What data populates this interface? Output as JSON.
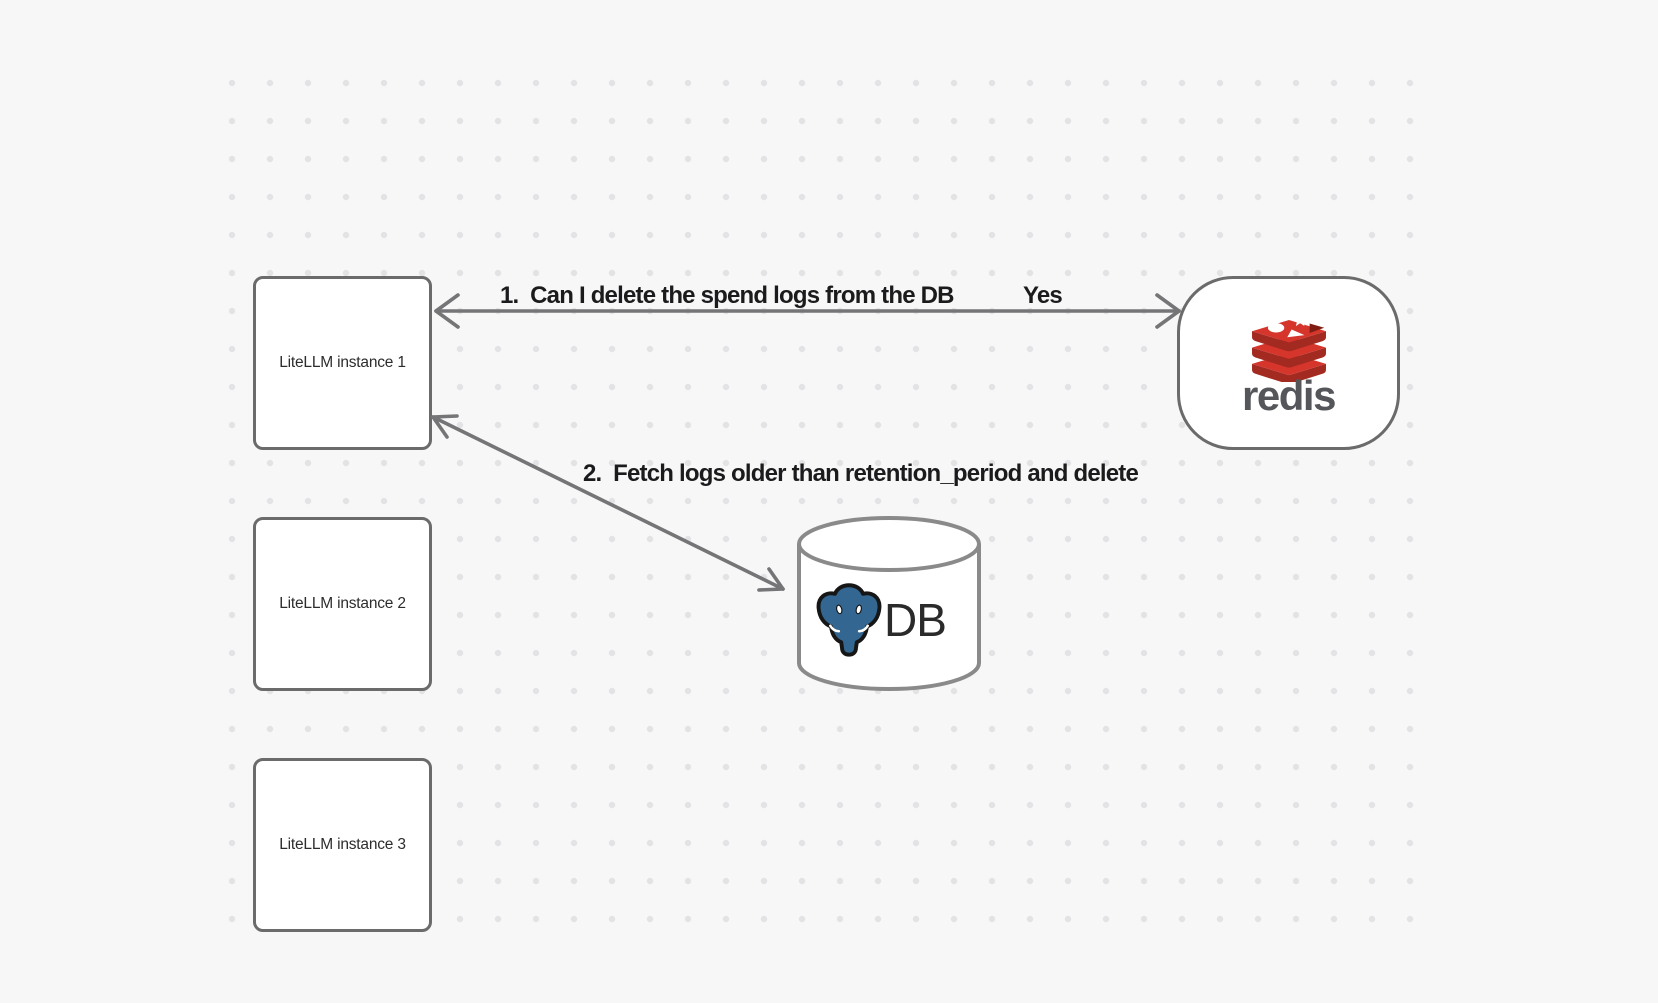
{
  "canvas": {
    "background_color": "#f7f7f8",
    "dot_color": "#e3e3e5"
  },
  "nodes": {
    "litellm_instances": [
      {
        "label": "LiteLLM instance 1"
      },
      {
        "label": "LiteLLM instance 2"
      },
      {
        "label": "LiteLLM instance 3"
      }
    ],
    "redis": {
      "label": "redis"
    },
    "db": {
      "label": "DB"
    }
  },
  "arrows": {
    "request": {
      "label": "1.  Can I delete the spend logs from the DB",
      "response": "Yes"
    },
    "fetch": {
      "label": "2.  Fetch logs older than retention_period and delete"
    }
  },
  "icons": {
    "redis_logo": "redis-stacked-slabs",
    "postgres_logo": "postgresql-elephant"
  },
  "colors": {
    "box_border": "#6b6b6b",
    "arrow_gray": "#757577",
    "label_text": "#1b1b1d",
    "box_text": "#2c2c2e",
    "redis_red": "#d5352b",
    "redis_dark_red": "#a32a20",
    "redis_notch": "#7f1d12",
    "redis_wordmark": "#54565a",
    "postgres_blue": "#336791",
    "outline_dark": "#161616",
    "cylinder_gray": "#8a8a8a",
    "white": "#ffffff"
  }
}
